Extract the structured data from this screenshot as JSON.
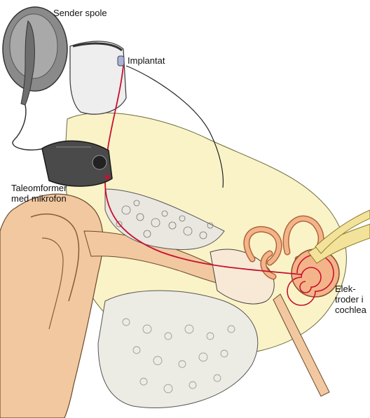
{
  "labels": {
    "sender": "Sender spole",
    "implant": "Implantat",
    "processor_line1": "Taleomformer",
    "processor_line2": "med mikrofon",
    "electrodes_line1": "Elek-",
    "electrodes_line2": "troder i",
    "electrodes_line3": "cochlea"
  },
  "colors": {
    "skin": "#f2c8a0",
    "bone": "#fbf3c8",
    "wire": "#c8102e",
    "cochlea": "#f4b48a",
    "device": "#4a4a4a"
  }
}
